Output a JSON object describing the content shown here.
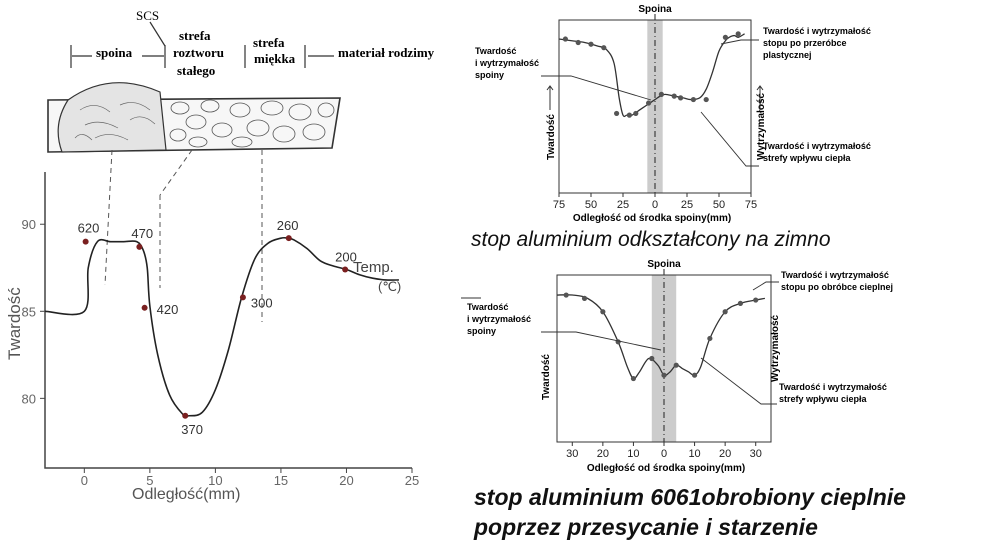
{
  "left_panel": {
    "zone_labels": {
      "spoina": "spoina",
      "scs": "SCS",
      "strefa_roztworu_1": "strefa",
      "strefa_roztworu_2": "roztworu",
      "strefa_roztworu_3": "stałego",
      "strefa_miekka_1": "strefa",
      "strefa_miekka_2": "miękka",
      "material": "materiał rodzimy"
    }
  },
  "chart_data": [
    {
      "type": "line",
      "title": "",
      "xlabel": "Odległość(mm)",
      "ylabel": "Twardość",
      "xlim": [
        -3,
        25
      ],
      "ylim": [
        76,
        93
      ],
      "xticks": [
        0,
        5,
        10,
        15,
        20,
        25
      ],
      "yticks": [
        80,
        85,
        90
      ],
      "grid": false,
      "series": [
        {
          "name": "",
          "x": [
            -3,
            0,
            0.3,
            1,
            2,
            3,
            4,
            4.5,
            4.8,
            5,
            5.6,
            6.5,
            7.5,
            8,
            9,
            10,
            11,
            12,
            13,
            14,
            15,
            15.5,
            16,
            17,
            18,
            19,
            20,
            21,
            22,
            23,
            24
          ],
          "y": [
            85,
            85,
            87.5,
            89,
            89,
            89,
            89,
            88.5,
            87.5,
            85.3,
            82.5,
            80.2,
            79.1,
            79.0,
            79.2,
            80.5,
            82.8,
            85.8,
            88.0,
            88.9,
            89.2,
            89.2,
            89.1,
            88.6,
            87.9,
            87.6,
            87.4,
            87.1,
            86.9,
            86.8,
            86.8
          ]
        }
      ],
      "points": [
        {
          "x": 0.1,
          "y": 89.0,
          "label": "620"
        },
        {
          "x": 4.2,
          "y": 88.7,
          "label": "470"
        },
        {
          "x": 4.6,
          "y": 85.2,
          "label": "420"
        },
        {
          "x": 7.7,
          "y": 79.0,
          "label": "370"
        },
        {
          "x": 12.1,
          "y": 85.8,
          "label": "300"
        },
        {
          "x": 15.6,
          "y": 89.2,
          "label": "260"
        },
        {
          "x": 19.9,
          "y": 87.4,
          "label": "200"
        }
      ],
      "temp_label_1": "Temp.",
      "temp_label_2": "(℃)"
    },
    {
      "type": "scatter",
      "title": "",
      "xlabel": "Odległość od środka spoiny(mm)",
      "ylabel": "Twardość",
      "ylabel_right": "Wytrzymałość",
      "xticks": [
        "75",
        "50",
        "25",
        "0",
        "25",
        "50",
        "75"
      ],
      "xlim": [
        -75,
        75
      ],
      "ylim": [
        0,
        1
      ],
      "band_label": "Spoina",
      "band_range": [
        -6,
        6
      ],
      "caption": "stop aluminium odkształcony na zimno",
      "annotations": {
        "weld_1": "Twardość",
        "weld_2": "i wytrzymałość",
        "weld_3": "spoiny",
        "base_1": "Twardość i wytrzymałość",
        "base_2": "stopu po przeróbce",
        "base_3": "plastycznej",
        "haz_1": "Twardość i wytrzymałość",
        "haz_2": "strefy wpływu ciepła"
      },
      "series": [
        {
          "name": "",
          "x": [
            -75,
            -65,
            -55,
            -45,
            -38,
            -32,
            -28,
            -25,
            -22,
            -18,
            -12,
            -8,
            -4,
            0,
            4,
            8,
            15,
            22,
            28,
            35,
            40,
            45,
            50,
            55,
            58,
            62,
            65,
            70
          ],
          "y": [
            0.89,
            0.88,
            0.87,
            0.85,
            0.83,
            0.75,
            0.55,
            0.45,
            0.45,
            0.45,
            0.48,
            0.5,
            0.52,
            0.54,
            0.56,
            0.57,
            0.56,
            0.55,
            0.54,
            0.55,
            0.6,
            0.7,
            0.82,
            0.88,
            0.9,
            0.91,
            0.9,
            0.92
          ]
        }
      ],
      "points_x": [
        -70,
        -60,
        -50,
        -40,
        -30,
        -20,
        -15,
        -5,
        5,
        15,
        20,
        30,
        40,
        55,
        65
      ],
      "points_y": [
        0.89,
        0.87,
        0.86,
        0.84,
        0.46,
        0.45,
        0.46,
        0.52,
        0.57,
        0.56,
        0.55,
        0.54,
        0.54,
        0.9,
        0.92
      ]
    },
    {
      "type": "scatter",
      "title": "",
      "xlabel": "Odległość od środka spoiny(mm)",
      "ylabel": "Twardość",
      "ylabel_right": "Wytrzymałość",
      "xticks": [
        "30",
        "20",
        "10",
        "0",
        "10",
        "20",
        "30"
      ],
      "xlim": [
        -35,
        35
      ],
      "ylim": [
        0,
        1
      ],
      "band_label": "Spoina",
      "band_range": [
        -4,
        4
      ],
      "caption_line_1": "stop aluminium 6061obrobiony cieplnie",
      "caption_line_2": "poprzez przesycanie i starzenie",
      "annotations": {
        "weld_1": "Twardość",
        "weld_2": "i wytrzymałość",
        "weld_3": "spoiny",
        "base_1": "Twardość i wytrzymałość",
        "base_2": "stopu po obróbce cieplnej",
        "haz_1": "Twardość i wytrzymałość",
        "haz_2": "strefy wpływu ciepła"
      },
      "series": [
        {
          "name": "",
          "x": [
            -35,
            -30,
            -25,
            -20,
            -15,
            -12,
            -10,
            -8,
            -5,
            -2,
            0,
            2,
            4,
            6,
            8,
            10,
            12,
            15,
            20,
            25,
            30,
            33
          ],
          "y": [
            0.88,
            0.88,
            0.86,
            0.78,
            0.6,
            0.45,
            0.38,
            0.42,
            0.5,
            0.46,
            0.4,
            0.42,
            0.46,
            0.44,
            0.42,
            0.4,
            0.45,
            0.62,
            0.78,
            0.83,
            0.85,
            0.86
          ]
        }
      ],
      "points_x": [
        -32,
        -26,
        -20,
        -15,
        -10,
        -4,
        0,
        4,
        10,
        15,
        20,
        25,
        30
      ],
      "points_y": [
        0.88,
        0.86,
        0.78,
        0.6,
        0.38,
        0.5,
        0.4,
        0.46,
        0.4,
        0.62,
        0.78,
        0.83,
        0.85
      ]
    }
  ]
}
